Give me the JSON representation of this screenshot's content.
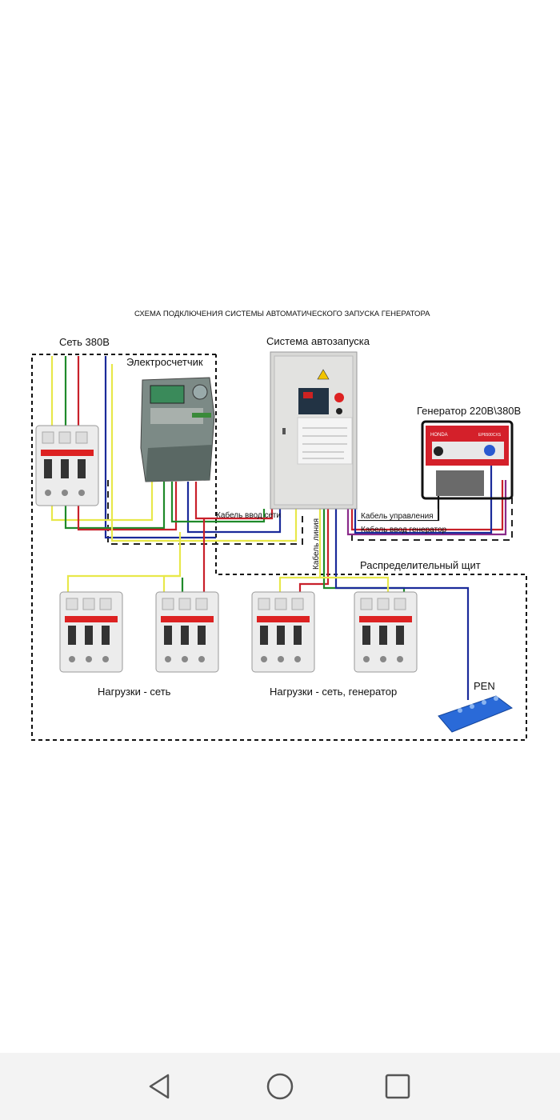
{
  "diagram": {
    "title": "СХЕМА ПОДКЛЮЧЕНИЯ СИСТЕМЫ АВТОМАТИЧЕСКОГО ЗАПУСКА ГЕНЕРАТОРА",
    "labels": {
      "grid": "Сеть 380В",
      "meter": "Электросчетчик",
      "autostart": "Система автозапуска",
      "generator": "Генератор 220В\\380В",
      "grid_cable": "Кабель ввод сети",
      "control_cable": "Кабель управления",
      "generator_cable": "Кабель ввод генератор",
      "line_cable": "Кабель линия",
      "distribution_board": "Распределительный щит",
      "loads_grid": "Нагрузки - сеть",
      "loads_grid_generator": "Нагрузки - сеть, генератор",
      "pen": "PEN"
    },
    "logos": {
      "generator_brand": "HONDA",
      "generator_model": "EP6500CXS"
    },
    "wire_colors": {
      "yellow": "#e8e84a",
      "green": "#1f8a2a",
      "red": "#c8202a",
      "blue": "#1a2a9a",
      "black": "#111111",
      "purple": "#8a2a8a"
    }
  },
  "navigation": {
    "back": "back-icon",
    "home": "home-icon",
    "recents": "recents-icon"
  }
}
